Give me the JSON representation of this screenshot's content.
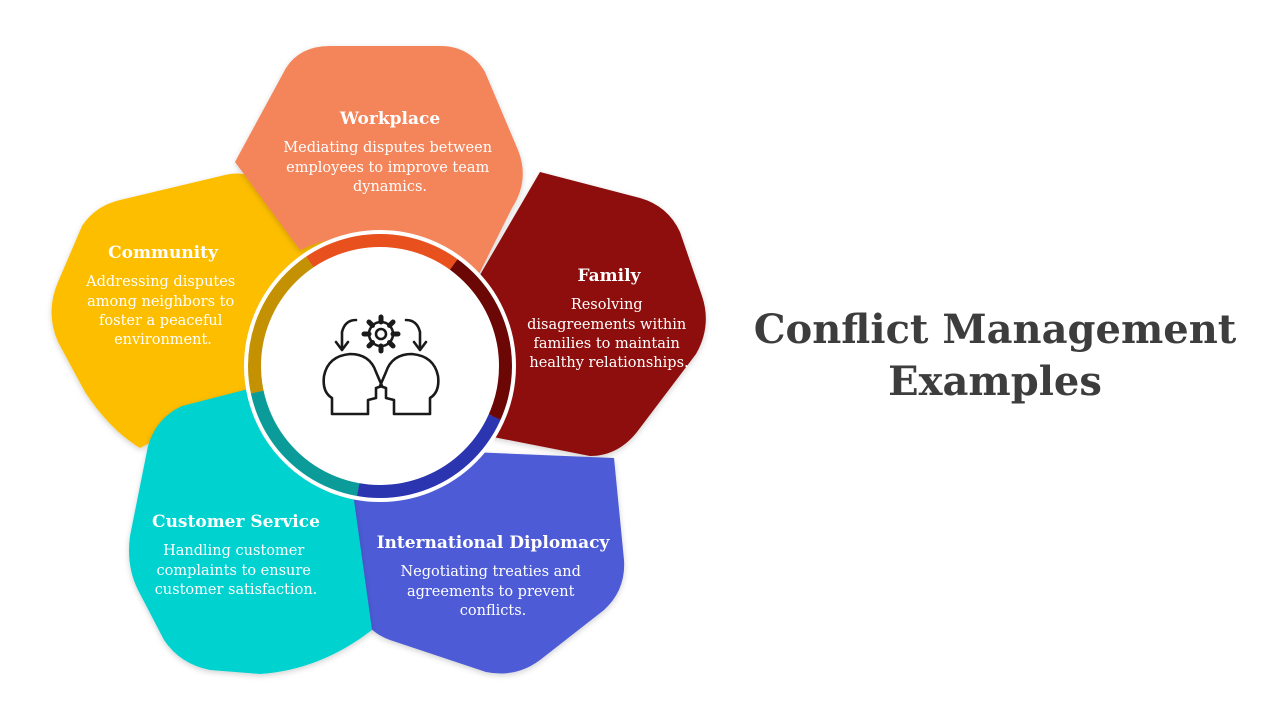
{
  "title": {
    "line1": "Conflict Management",
    "line2": "Examples"
  },
  "center": {
    "icon": "two-heads-gear-icon"
  },
  "segments": [
    {
      "id": "workplace",
      "title": "Workplace",
      "desc": [
        "Mediating disputes between",
        "employees to improve team",
        "dynamics."
      ],
      "color": "#f4845a",
      "ring_color": "#e8501d"
    },
    {
      "id": "family",
      "title": "Family",
      "desc": [
        "Resolving",
        "disagreements within",
        "families to maintain",
        "healthy relationships."
      ],
      "color": "#8e0e0a",
      "ring_color": "#6b0806"
    },
    {
      "id": "international-diplomacy",
      "title": "International Diplomacy",
      "desc": [
        "Negotiating treaties and",
        "agreements to prevent",
        "conflicts."
      ],
      "color": "#4e5bd6",
      "ring_color": "#2c35b0"
    },
    {
      "id": "customer-service",
      "title": "Customer Service",
      "desc": [
        "Handling customer",
        "complaints to ensure",
        "customer satisfaction."
      ],
      "color": "#05d2d0",
      "ring_color": "#0b9c9a"
    },
    {
      "id": "community",
      "title": "Community",
      "desc": [
        "Addressing disputes",
        "among neighbors to",
        "foster a peaceful",
        "environment."
      ],
      "color": "#fdbe00",
      "ring_color": "#c49102"
    }
  ]
}
